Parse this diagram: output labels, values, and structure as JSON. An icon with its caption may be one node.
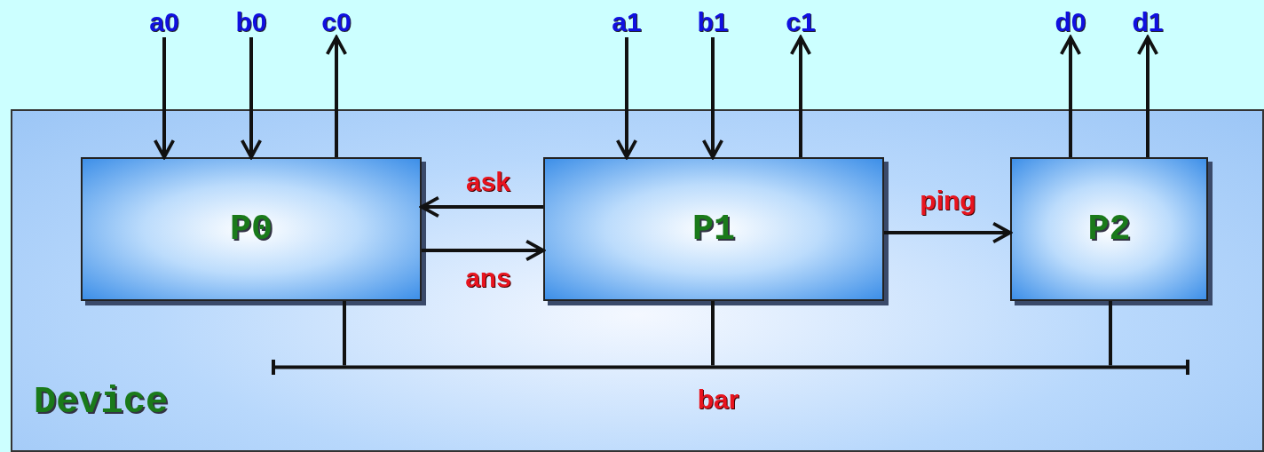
{
  "diagram": {
    "nodes": [
      {
        "text": [
          "a0"
        ]
      },
      {
        "text": [
          "b0"
        ]
      },
      {
        "text": [
          "c0"
        ]
      },
      {
        "text": [
          "a1"
        ]
      },
      {
        "text": [
          "b1"
        ]
      },
      {
        "text": [
          "c1"
        ]
      },
      {
        "text": [
          "d0"
        ]
      },
      {
        "text": [
          "d1"
        ]
      },
      {
        "text": [
          "Device"
        ]
      },
      {
        "text": [
          "P0"
        ],
        "in": 8
      },
      {
        "text": [
          "P1"
        ],
        "in": 8
      },
      {
        "text": [
          "P2"
        ],
        "in": 8
      },
      {
        "text": [],
        "shape": "bar",
        "beside": [
          "bar"
        ],
        "in": 8
      }
    ],
    "edges": [
      {
        "from": 0,
        "to": 9,
        "arrow": "to"
      },
      {
        "from": 1,
        "to": 9,
        "arrow": "to"
      },
      {
        "from": 9,
        "to": 2,
        "arrow": "to"
      },
      {
        "from": 3,
        "to": 10,
        "arrow": "to"
      },
      {
        "from": 4,
        "to": 10,
        "arrow": "to"
      },
      {
        "from": 10,
        "to": 5,
        "arrow": "to"
      },
      {
        "from": 11,
        "to": 6,
        "arrow": "to"
      },
      {
        "from": 11,
        "to": 7,
        "arrow": "to"
      },
      {
        "from": 10,
        "to": 9,
        "arrow": "to",
        "label": "ask"
      },
      {
        "from": 9,
        "to": 10,
        "arrow": "to",
        "label": "ans"
      },
      {
        "from": 10,
        "to": 11,
        "arrow": "to",
        "label": "ping"
      },
      {
        "from": 9,
        "to": 12,
        "arrow": "none"
      },
      {
        "from": 10,
        "to": 12,
        "arrow": "none"
      },
      {
        "from": 11,
        "to": 12,
        "arrow": "none"
      }
    ]
  }
}
